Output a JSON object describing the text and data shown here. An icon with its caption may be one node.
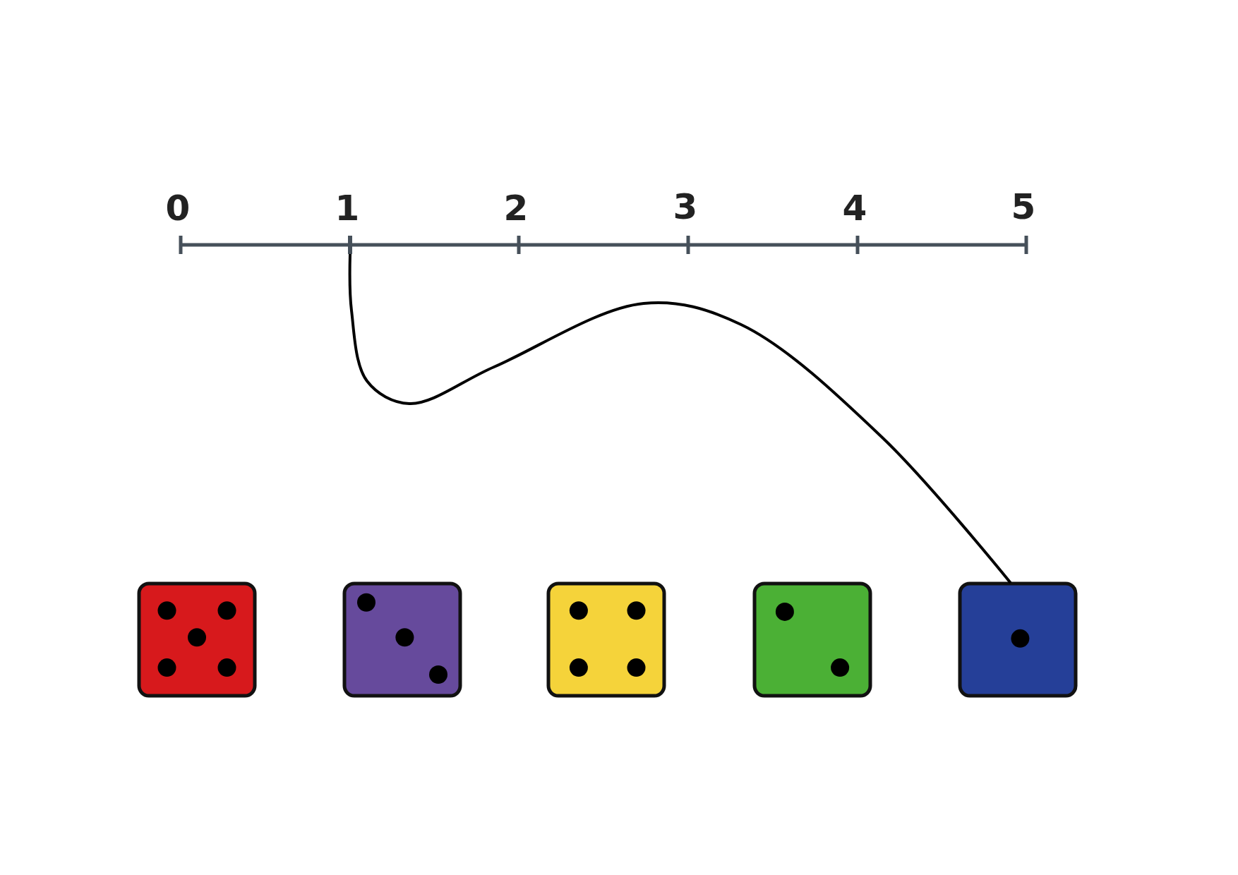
{
  "diagram": {
    "nodes": [
      {
        "text": [],
        "shape": "bar"
      },
      {
        "text": [],
        "shape": "box"
      },
      {
        "text": [],
        "shape": "box"
      },
      {
        "text": [],
        "shape": "box"
      },
      {
        "text": [],
        "shape": "box"
      },
      {
        "text": [],
        "shape": "box"
      }
    ],
    "edges": [
      {
        "from": 0,
        "to": 5,
        "arrow": "none"
      }
    ],
    "labels": [
      "0",
      "1",
      "2",
      "3",
      "4",
      "5"
    ]
  }
}
